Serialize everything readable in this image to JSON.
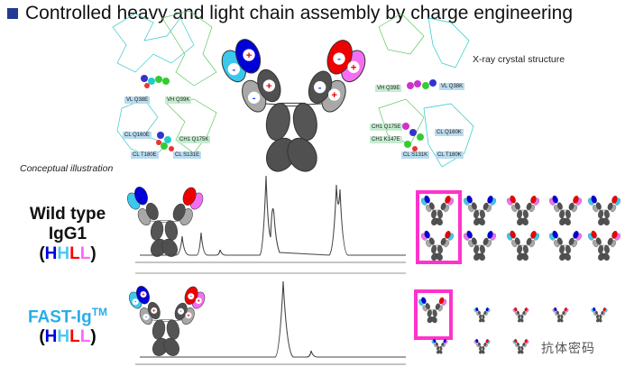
{
  "title": "Controlled heavy and light chain assembly by charge engineering",
  "concept_label": "Conceptual illustration",
  "xray_label": "X-ray crystal structure",
  "left_structure_labels": [
    "VL Q38E",
    "VH Q39K",
    "CL Q160E",
    "CH1 Q175K",
    "CL T180E",
    "CL S131E"
  ],
  "right_structure_labels": [
    "VH Q39E",
    "VL Q38K",
    "CH1 Q175E",
    "CH1 K147E",
    "CL Q160K",
    "CL S131K",
    "CL T180K"
  ],
  "rows": {
    "wild_type": {
      "line1": "Wild type",
      "line2": "IgG1",
      "chains": [
        "H",
        "H",
        "L",
        "L"
      ]
    },
    "fast_ig": {
      "name": "FAST-Ig",
      "sup": "TM",
      "chains": [
        "H",
        "H",
        "L",
        "L"
      ]
    }
  },
  "chain_colors": [
    "#0000e0",
    "#4fc8f0",
    "#ff0000",
    "#ff66ff"
  ],
  "colors": {
    "accent": "#1f3a93",
    "fast": "#29aee8",
    "highlight": "#ff33cc"
  },
  "watermark": "抗体密码",
  "signs": {
    "plus": "+",
    "minus": "-"
  }
}
